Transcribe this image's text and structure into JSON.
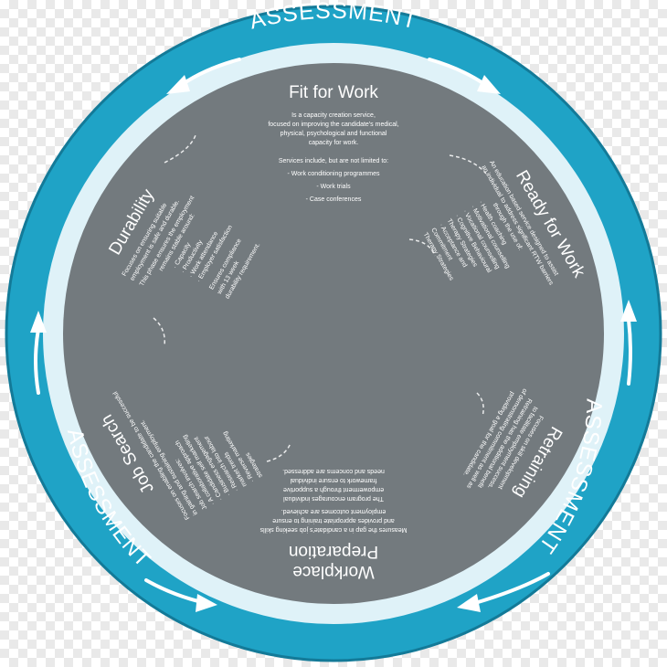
{
  "colors": {
    "ring": "#1fa3c6",
    "ring_dark": "#137a98",
    "inner_disc": "#737a7e",
    "band": "#dff2f8",
    "text_light": "#ffffff"
  },
  "ring_labels": {
    "top": "ASSESSMENT",
    "right": "ASSESSMENT",
    "left": "ASSESSMENT"
  },
  "segments": {
    "fit_for_work": {
      "title": "Fit for Work",
      "description": [
        "Is a capacity creation service,",
        "focused on improving the candidate's medical,",
        "physical, psychological and functional",
        "capacity for work."
      ],
      "services_intro": "Services include, but are not limited to:",
      "services": [
        "- Work conditioning programmes",
        "- Work trials",
        "- Case conferences"
      ]
    },
    "ready_for_work": {
      "title": "Ready for Work",
      "lines": [
        "An education based service designed to assist",
        "an individual to address significant RTW barriers",
        "through the use of:",
        "· Health coaching",
        "· Motivational counselling",
        "· Vocational counselling",
        "· Cognitive Behavioural",
        "  Therapy Strategies",
        "· Acceptance and",
        "  Commitment",
        "  Therapy Strategies"
      ]
    },
    "retraining": {
      "title": "Retraining",
      "lines": [
        "Focuses on skill development",
        "to facilitate employment success.",
        "Retraining has the additional benefit",
        "of demonstrating commitment as well as",
        "providing a goal for the candidate."
      ]
    },
    "workplace_preparation": {
      "title_lines": [
        "Workplace",
        "Preparation"
      ],
      "lines": [
        "Measures the gap in a candidate's job seeking skills",
        "and provides appropriate training to ensure",
        "employment outcomes are achieved.",
        "The program encourages individual",
        "empowerment through a supportive",
        "framework to ensure individual",
        "needs and concerns are addressed."
      ]
    },
    "job_search": {
      "title": "Job Search",
      "lines": [
        "Focuses on enabling the candidate to be successful",
        "in gaining and sustaining employment.",
        "Job search involves:",
        "· A collaborative approach",
        "· Candidate self marketing",
        "· Business engagement",
        "· Research into labour",
        "  market trends",
        "· Reverse marketing",
        "  strategies"
      ]
    },
    "durability": {
      "title": "Durability",
      "lines": [
        "Focuses on ensuring suitable",
        "employment is safe and durable.",
        "This phase ensures the employment",
        "remains stable around:",
        "· Capacity",
        "· Productivity",
        "· Work attendance",
        "· Employer satisfaction",
        "Ensures compliance",
        "with 13 week",
        "durability requirement."
      ]
    }
  }
}
